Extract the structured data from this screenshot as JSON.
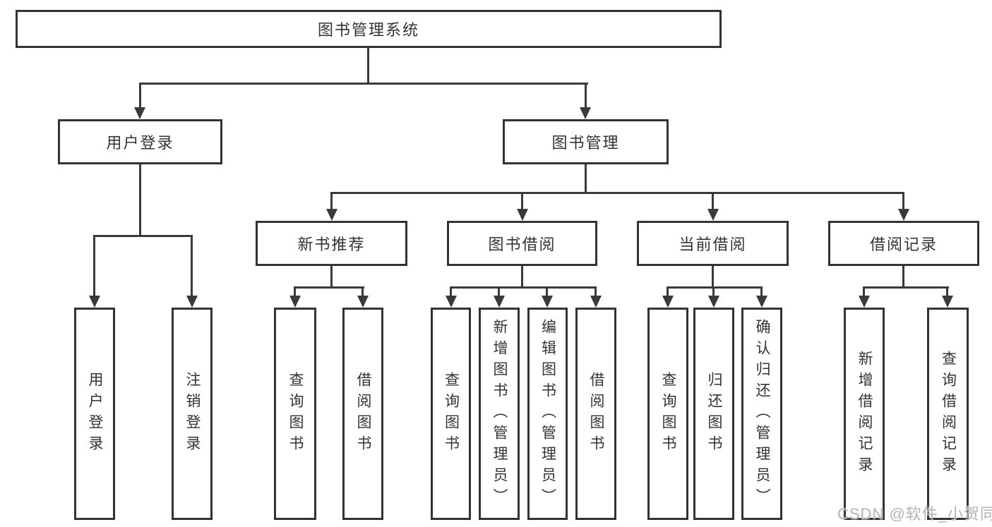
{
  "diagram": {
    "type": "hierarchy-flowchart",
    "colors": {
      "line": "#3a3a3a",
      "box_border": "#333333",
      "text": "#333333",
      "box_fill": "#ffffff",
      "watermark": "#b3b3b3"
    },
    "tree": {
      "label": "图书管理系统",
      "children": [
        {
          "label": "用户登录",
          "children": [
            {
              "label": "用户登录"
            },
            {
              "label": "注销登录"
            }
          ]
        },
        {
          "label": "图书管理",
          "children": [
            {
              "label": "新书推荐",
              "children": [
                {
                  "label": "查询图书"
                },
                {
                  "label": "借阅图书"
                }
              ]
            },
            {
              "label": "图书借阅",
              "children": [
                {
                  "label": "查询图书"
                },
                {
                  "label": "新增图书（管理员）"
                },
                {
                  "label": "编辑图书（管理员）"
                },
                {
                  "label": "借阅图书"
                }
              ]
            },
            {
              "label": "当前借阅",
              "children": [
                {
                  "label": "查询图书"
                },
                {
                  "label": "归还图书"
                },
                {
                  "label": "确认归还（管理员）"
                }
              ]
            },
            {
              "label": "借阅记录",
              "children": [
                {
                  "label": "新增借阅记录"
                },
                {
                  "label": "查询借阅记录"
                }
              ]
            }
          ]
        }
      ]
    },
    "watermark": "CSDN @软件_小贺同学"
  }
}
